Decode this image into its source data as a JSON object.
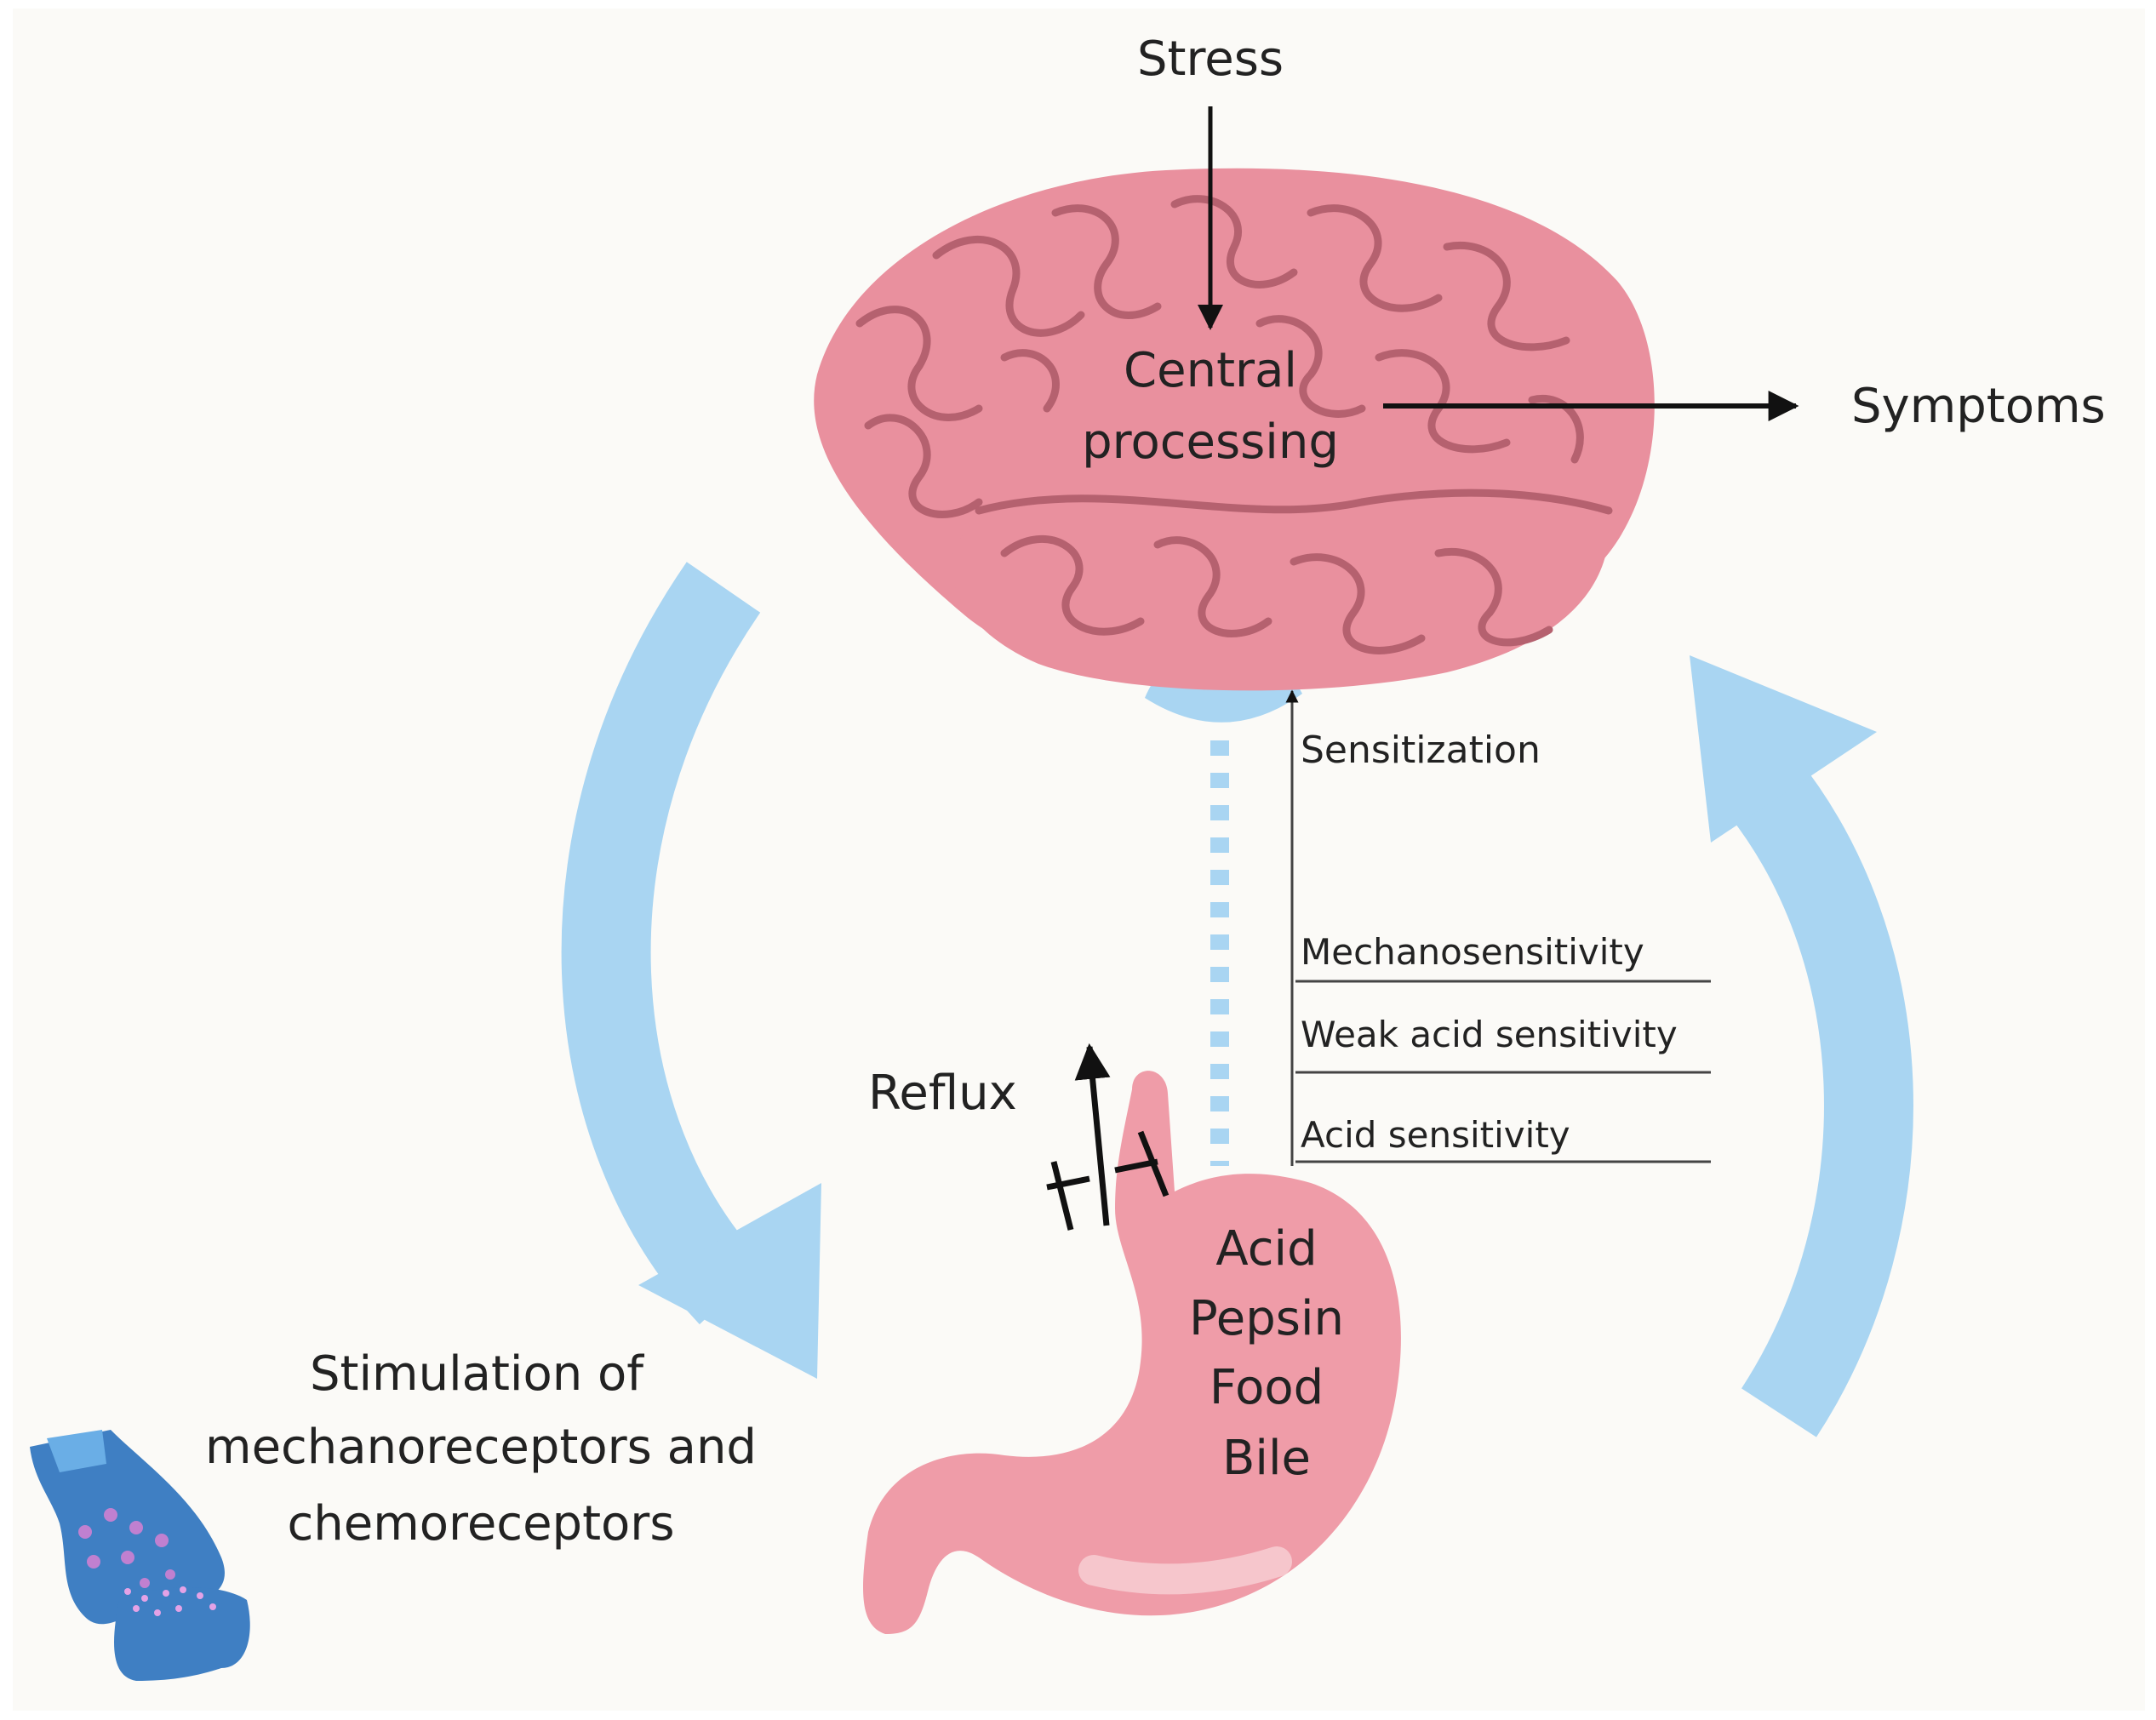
{
  "labels": {
    "stress": "Stress",
    "central_1": "Central",
    "central_2": "processing",
    "symptoms": "Symptoms",
    "sensitization": "Sensitization",
    "mechanosensitivity": "Mechanosensitivity",
    "weak_acid": "Weak acid sensitivity",
    "acid_sens": "Acid sensitivity",
    "reflux": "Reflux",
    "stomach": [
      "Acid",
      "Pepsin",
      "Food",
      "Bile"
    ],
    "stimulation": [
      "Stimulation of",
      "mechanoreceptors and",
      "chemoreceptors"
    ]
  },
  "colors": {
    "background": "#fbfaf7",
    "brain": "#e9909e",
    "brain_fold": "#b5616f",
    "stomach": "#ef9ca8",
    "cycle_arrow": "#a9d5f2",
    "connector": "#a9d5f2",
    "neuron": "#3f7fc3"
  }
}
